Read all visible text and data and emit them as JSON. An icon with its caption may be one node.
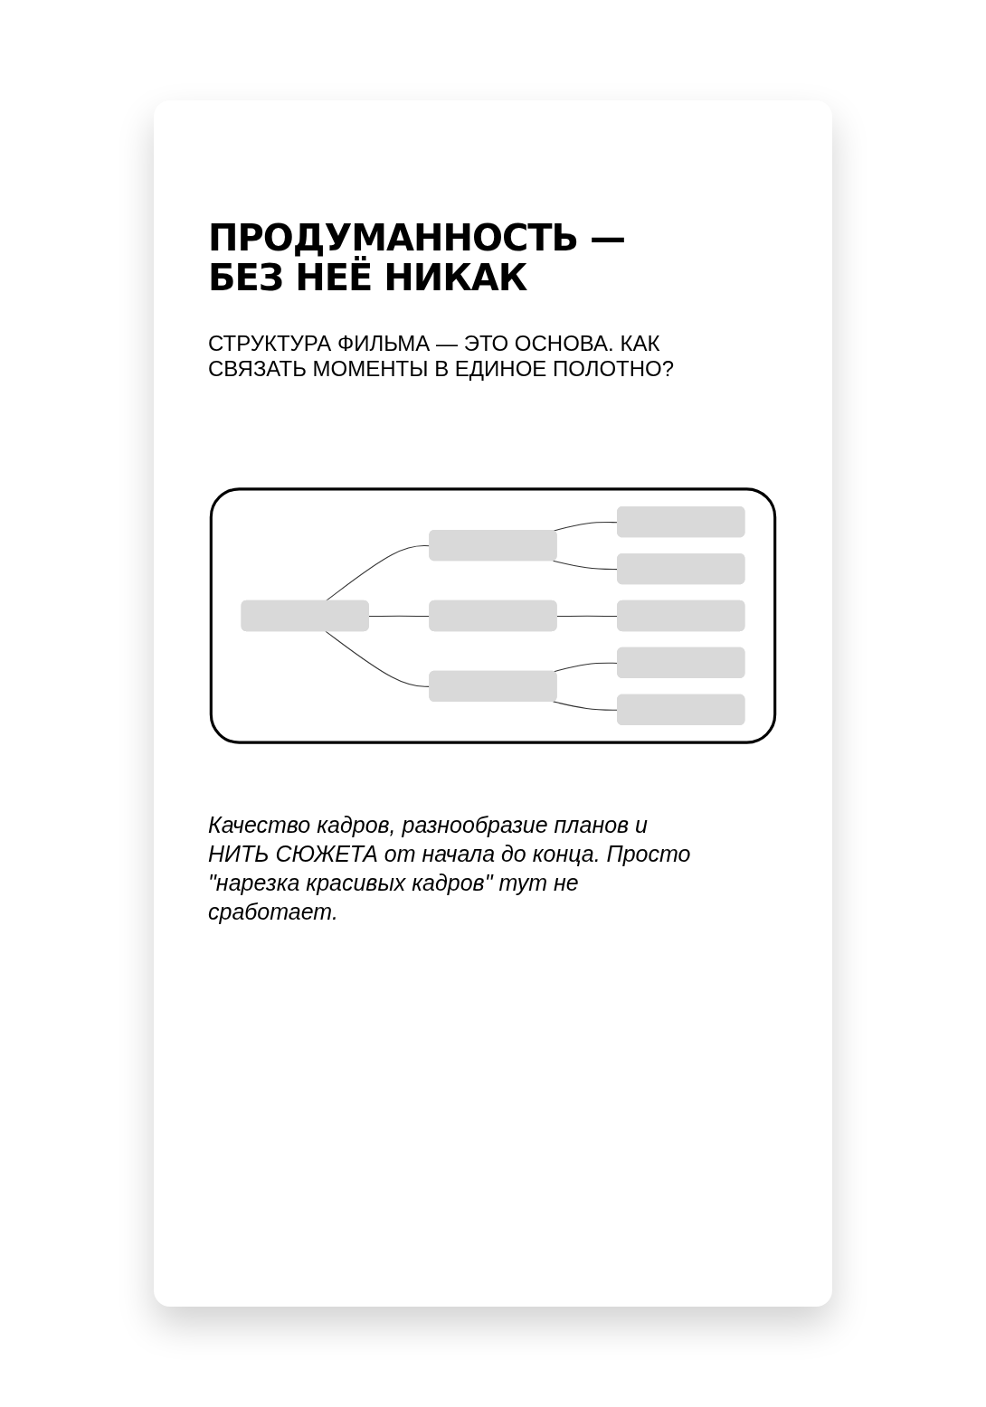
{
  "diagram": {
    "title": "ПРОДУМАННОСТЬ — БЕЗ НЕЁ НИКАК",
    "nodes": [
      {
        "text": [],
        "shape": "box"
      },
      {
        "text": [],
        "shape": "bar",
        "in": 0
      },
      {
        "text": [],
        "shape": "bar",
        "in": 0
      },
      {
        "text": [],
        "shape": "bar",
        "in": 0
      },
      {
        "text": [],
        "shape": "bar",
        "in": 0
      },
      {
        "text": [],
        "shape": "bar",
        "in": 0
      },
      {
        "text": [],
        "shape": "bar",
        "in": 0
      },
      {
        "text": [],
        "shape": "bar",
        "in": 0
      },
      {
        "text": [],
        "shape": "bar",
        "in": 0
      },
      {
        "text": [],
        "shape": "bar",
        "in": 0
      }
    ],
    "edges": [
      {
        "from": 1,
        "to": 2,
        "arrow": "none"
      },
      {
        "from": 1,
        "to": 3,
        "arrow": "none"
      },
      {
        "from": 1,
        "to": 4,
        "arrow": "none"
      },
      {
        "from": 2,
        "to": 5,
        "arrow": "none"
      },
      {
        "from": 2,
        "to": 6,
        "arrow": "none"
      },
      {
        "from": 3,
        "to": 7,
        "arrow": "none"
      },
      {
        "from": 4,
        "to": 8,
        "arrow": "none"
      },
      {
        "from": 4,
        "to": 9,
        "arrow": "none"
      }
    ],
    "labels": [
      "СТРУКТУРА ФИЛЬМА — ЭТО ОСНОВА. КАК СВЯЗАТЬ МОМЕНТЫ В ЕДИНОЕ ПОЛОТНО?",
      "Качество кадров, разнообразие планов и НИТЬ СЮЖЕТА от начала до конца. Просто \"нарезка красивых кадров\" тут не сработает."
    ]
  }
}
